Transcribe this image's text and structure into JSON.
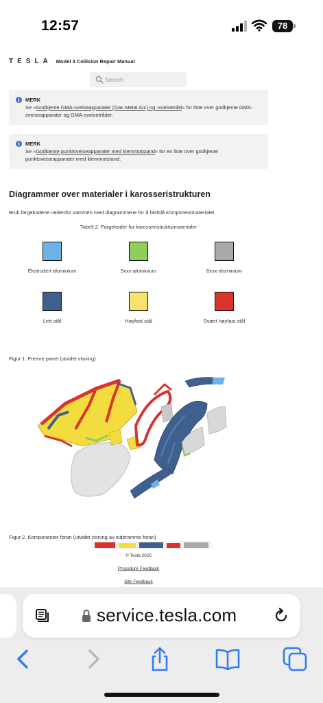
{
  "status_bar": {
    "time": "12:57",
    "battery": "78",
    "icons": [
      "signal-icon",
      "wifi-icon",
      "battery-icon"
    ]
  },
  "page": {
    "brand_logo": "TESLA",
    "manual_title": "Model 3 Collision Repair Manual",
    "search_placeholder": "Search",
    "notes": [
      {
        "title": "MERK",
        "prefix": "Se «",
        "link": "Godkjente GMA-sveiseapparater (Gas Metal Arc) og -sveisetråd",
        "suffix": "» for liste over godkjente GMA-sveiseapparater og GMA-sveisetråder."
      },
      {
        "title": "MERK",
        "prefix": "Se «",
        "link": "Godkjente punktsveiseapparater med klemmotstand",
        "suffix": "» for en liste over godkjente punktsveiseapparater med klemmotstand."
      }
    ],
    "section_title": "Diagrammer over materialer i karosseristrukturen",
    "section_description": "Bruk fargekodene nedenfor sammen med diagrammene for å fastslå komponentmaterialet.",
    "table_caption": "Tabell 2. Fargekoder for karosseristrukturmaterialer",
    "materials": [
      {
        "label": "Ekstrudert aluminium",
        "color": "#6cb4e8"
      },
      {
        "label": "5xxx-aluminium",
        "color": "#8ccf5a"
      },
      {
        "label": "6xxx-aluminium",
        "color": "#a9a9a9"
      },
      {
        "label": "Lett stål",
        "color": "#3f5f8e"
      },
      {
        "label": "Høyfast stål",
        "color": "#f7e26b"
      },
      {
        "label": "Svært høyfast stål",
        "color": "#d8332c"
      }
    ],
    "figure1_caption": "Figur 1. Fremre panel (utvidet visning)",
    "figure2_caption": "Figur 2. Komponenter foran (utvidet visning av sideramme foran)",
    "copyright": "© Tesla 2025",
    "procedure_feedback": "Procedure Feedback",
    "site_feedback": "Site Feedback"
  },
  "browser": {
    "url": "service.tesla.com",
    "icons": [
      "reader-icon",
      "lock-icon",
      "reload-icon",
      "back-icon",
      "forward-icon",
      "share-icon",
      "bookmarks-icon",
      "tabs-icon"
    ]
  }
}
